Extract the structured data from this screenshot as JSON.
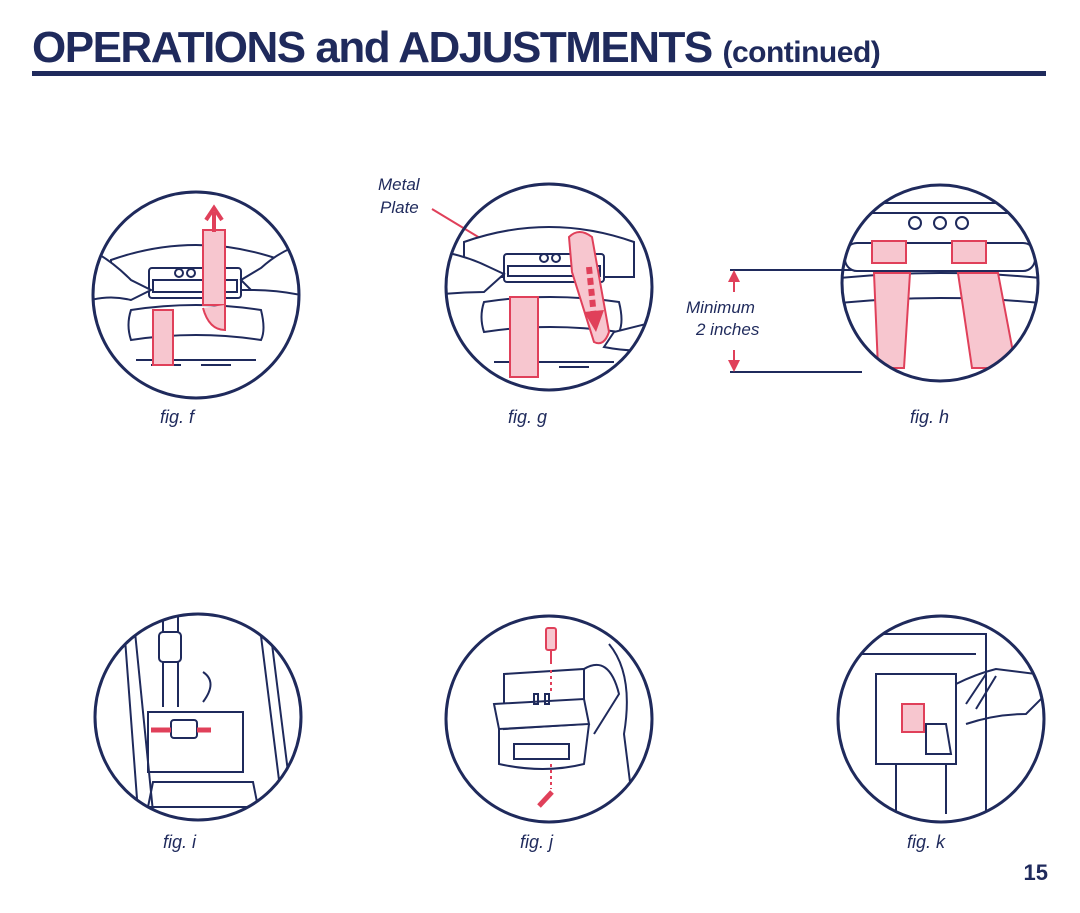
{
  "header": {
    "title": "OPERATIONS and ADJUSTMENTS",
    "subtitle": "(continued)"
  },
  "labels": {
    "metal_plate_line1": "Metal",
    "metal_plate_line2": "Plate",
    "minimum_line1": "Minimum",
    "minimum_line2": "2 inches"
  },
  "figures": {
    "f": "fig. f",
    "g": "fig. g",
    "h": "fig. h",
    "i": "fig. i",
    "j": "fig. j",
    "k": "fig. k"
  },
  "page_number": "15",
  "colors": {
    "navy": "#1f2a5c",
    "strap_red": "#e0405a",
    "strap_fill": "#f7c6cf"
  }
}
